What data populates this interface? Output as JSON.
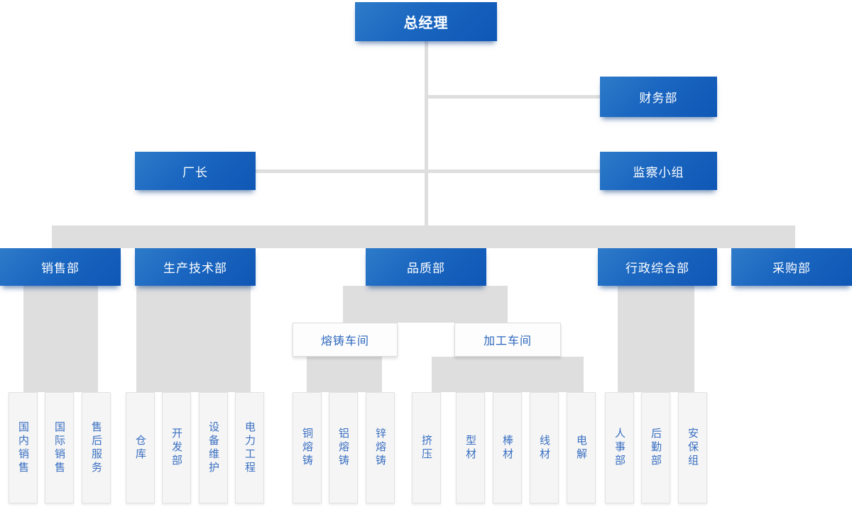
{
  "org": {
    "root": {
      "label": "总经理"
    },
    "secondary": {
      "finance": {
        "label": "财务部"
      },
      "factory_director": {
        "label": "厂长"
      },
      "supervision_team": {
        "label": "监察小组"
      }
    },
    "departments": [
      {
        "label": "销售部",
        "children": [
          {
            "label": "国内销售"
          },
          {
            "label": "国际销售"
          },
          {
            "label": "售后服务"
          }
        ]
      },
      {
        "label": "生产技术部",
        "children": [
          {
            "label": "仓库"
          },
          {
            "label": "开发部"
          },
          {
            "label": "设备维护"
          },
          {
            "label": "电力工程"
          }
        ]
      },
      {
        "label": "品质部",
        "workshops": [
          {
            "label": "熔铸车间",
            "children": [
              {
                "label": "铜熔铸"
              },
              {
                "label": "铝熔铸"
              },
              {
                "label": "锌熔铸"
              }
            ]
          },
          {
            "label": "加工车间",
            "children": [
              {
                "label": "挤压"
              },
              {
                "label": "型材"
              },
              {
                "label": "棒材"
              },
              {
                "label": "线材"
              },
              {
                "label": "电解"
              }
            ]
          }
        ]
      },
      {
        "label": "行政综合部",
        "children": [
          {
            "label": "人事部"
          },
          {
            "label": "后勤部"
          },
          {
            "label": "安保组"
          }
        ]
      },
      {
        "label": "采购部",
        "children": []
      }
    ],
    "colors": {
      "node_gradient_start": "#2e7bc9",
      "node_gradient_end": "#0f57b5",
      "connector": "#dedede",
      "leaf_text": "#3a70c2",
      "leaf_background": "#f5f5f5",
      "leaf_border": "#e2e2e2"
    }
  }
}
